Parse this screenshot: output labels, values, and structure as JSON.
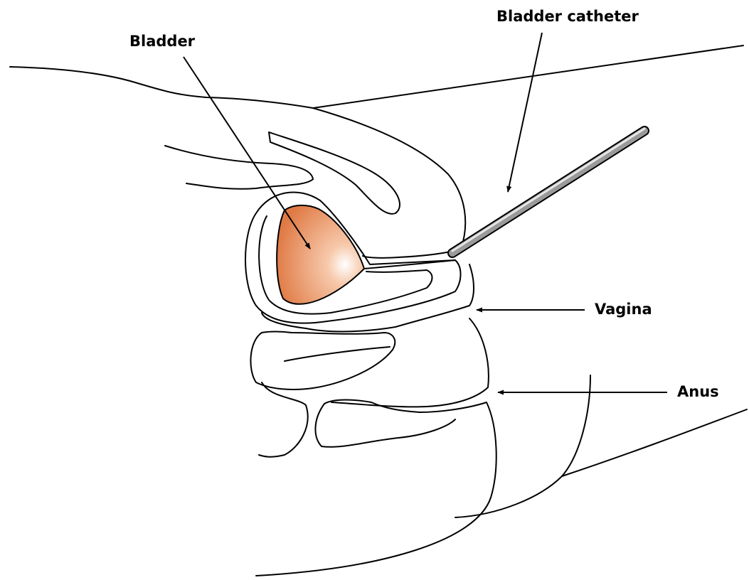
{
  "labels": {
    "bladder": "Bladder",
    "catheter": "Bladder catheter",
    "vagina": "Vagina",
    "anus": "Anus"
  },
  "colors": {
    "bladder_fill_dark": "#e07a45",
    "bladder_fill_light": "#ffffff",
    "catheter": "#9a9a9a",
    "line": "#000000"
  }
}
